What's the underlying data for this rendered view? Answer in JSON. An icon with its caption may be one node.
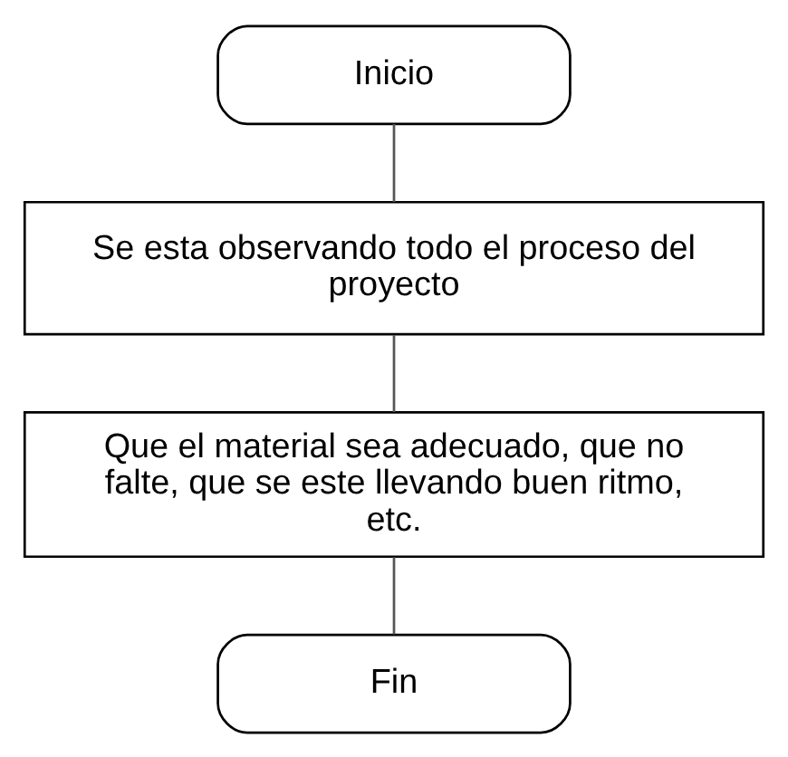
{
  "diagram": {
    "nodes": [
      {
        "text": [
          "Inicio"
        ]
      },
      {
        "text": [
          "Se esta observando todo el proceso del proyecto"
        ]
      },
      {
        "text": [
          "Que el material sea adecuado, que no falte, que se este llevando buen ritmo, etc."
        ]
      },
      {
        "text": [
          "Fin"
        ]
      }
    ],
    "edges": [
      {
        "from": 0,
        "to": 1,
        "arrow": "none"
      },
      {
        "from": 1,
        "to": 2,
        "arrow": "none"
      },
      {
        "from": 2,
        "to": 3,
        "arrow": "none"
      }
    ]
  }
}
